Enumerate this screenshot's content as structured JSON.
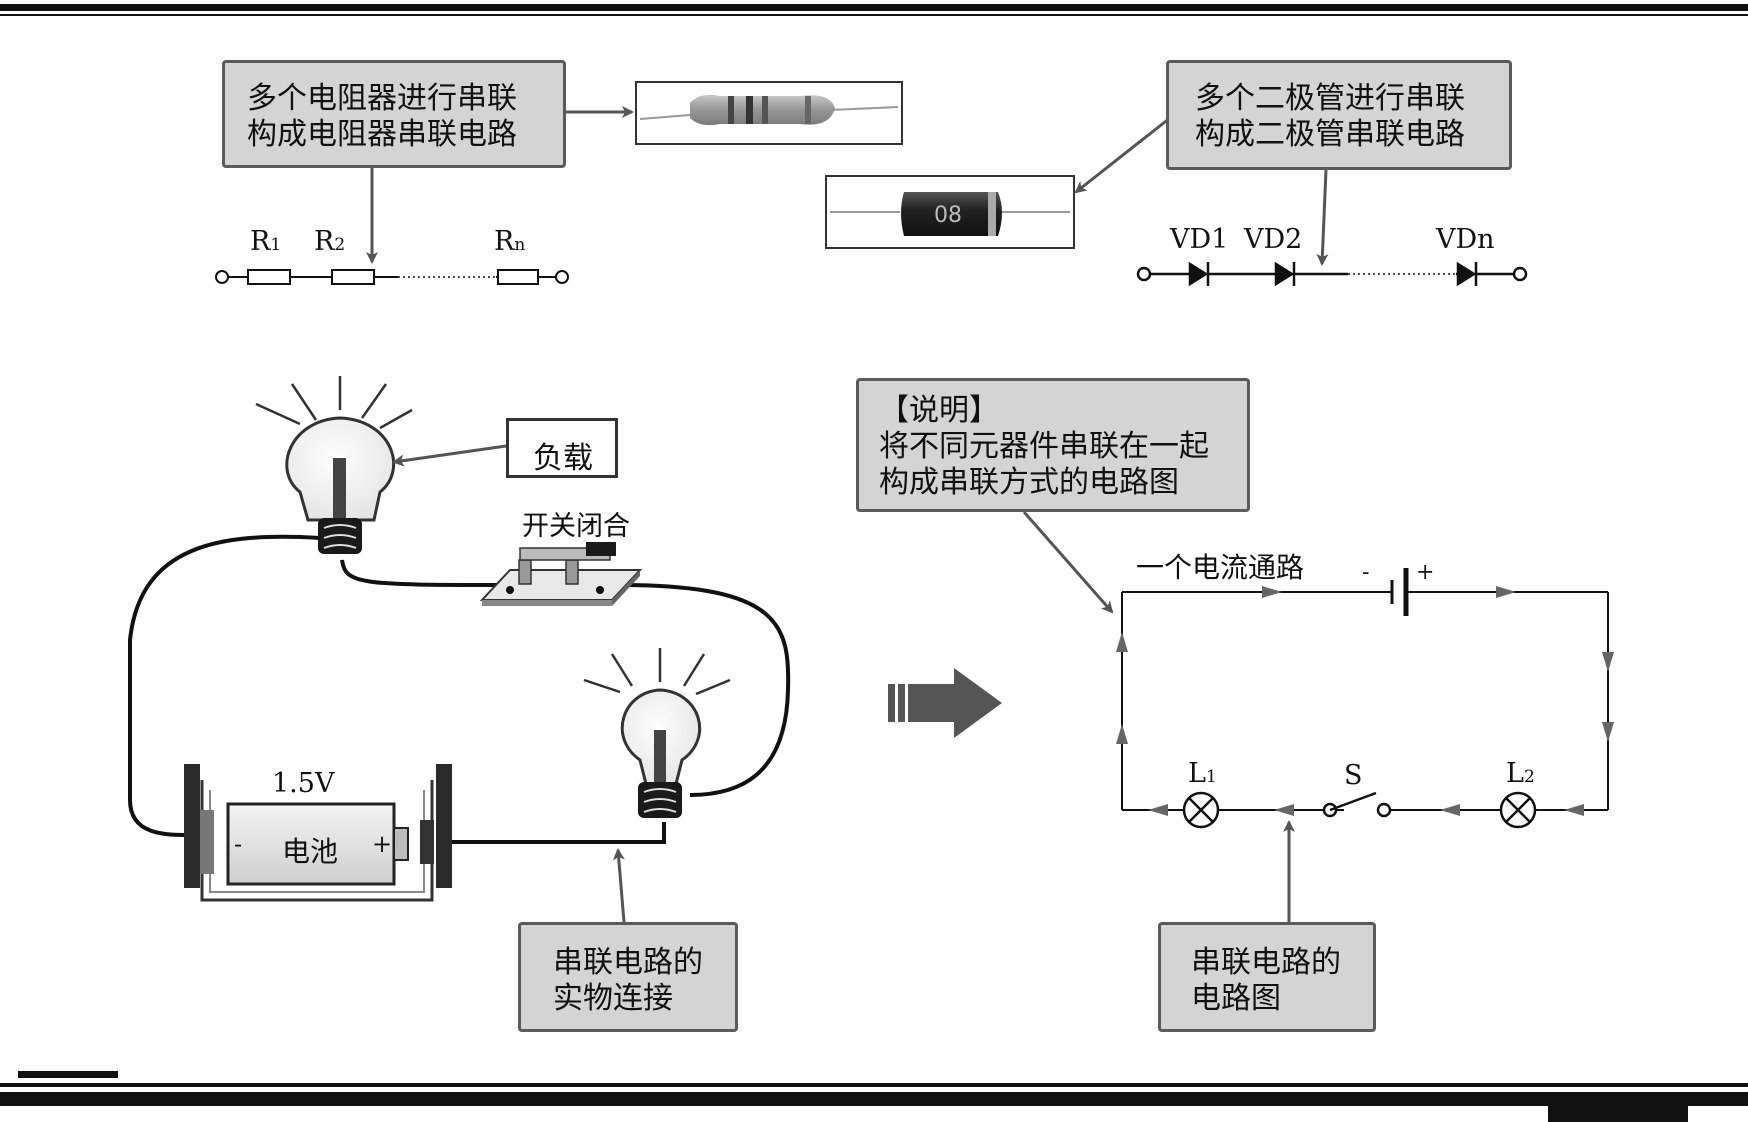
{
  "top_left": {
    "caption_line1": "多个电阻器进行串联",
    "caption_line2": "构成电阻器串联电路",
    "r1": "R",
    "r1_sub": "1",
    "r2": "R",
    "r2_sub": "2",
    "rn": "R",
    "rn_sub": "n"
  },
  "top_right": {
    "caption_line1": "多个二极管进行串联",
    "caption_line2": "构成二极管串联电路",
    "vd1": "VD1",
    "vd2": "VD2",
    "vdn": "VDn",
    "diode_marking": "08"
  },
  "physical": {
    "load_label": "负载",
    "switch_label": "开关闭合",
    "voltage": "1.5V",
    "battery_label": "电池",
    "minus": "-",
    "plus": "+",
    "caption_line1": "串联电路的",
    "caption_line2": "实物连接"
  },
  "schematic": {
    "note_line1": "【说明】",
    "note_line2": "将不同元器件串联在一起",
    "note_line3": "构成串联方式的电路图",
    "current_path": "一个电流通路",
    "battery_minus": "-",
    "battery_plus": "+",
    "l1": "L",
    "l1_sub": "1",
    "s": "S",
    "l2": "L",
    "l2_sub": "2",
    "caption_line1": "串联电路的",
    "caption_line2": "电路图"
  },
  "colors": {
    "box_fill": "#d4d4d4",
    "box_border": "#5a5a5a",
    "arrow": "#555555",
    "line": "#111111"
  }
}
